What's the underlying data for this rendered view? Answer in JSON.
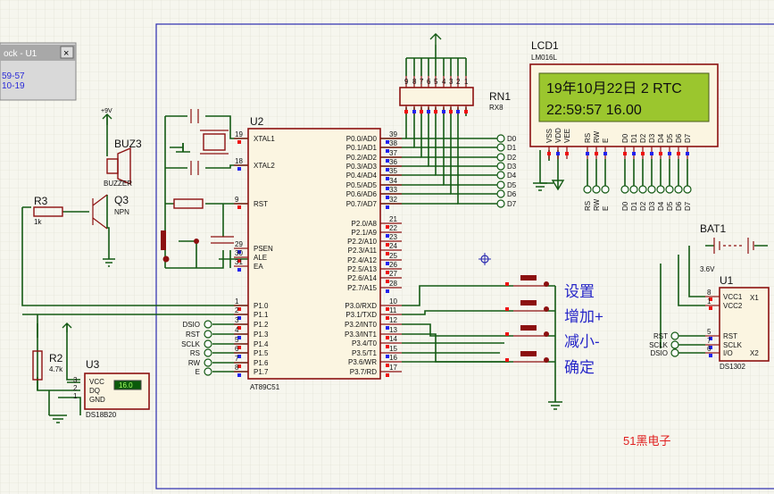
{
  "window": {
    "title": "ock - U1",
    "close": "×",
    "lines": [
      "59-57",
      "10-19"
    ]
  },
  "lcd": {
    "ref": "LCD1",
    "model": "LM016L",
    "row1": "19年10月22日 2  RTC",
    "row2": "22:59:57    16.00",
    "pins": [
      "VSS",
      "VDD",
      "VEE",
      "RS",
      "RW",
      "E",
      "D0",
      "D1",
      "D2",
      "D3",
      "D4",
      "D5",
      "D6",
      "D7"
    ]
  },
  "rn1": {
    "ref": "RN1",
    "model": "RX8",
    "pins": [
      "9",
      "8",
      "7",
      "6",
      "5",
      "4",
      "3",
      "2",
      "1"
    ]
  },
  "mcu": {
    "ref": "U2",
    "model": "AT89C51",
    "left_pins": [
      {
        "num": "19",
        "name": "XTAL1"
      },
      {
        "num": "18",
        "name": "XTAL2"
      },
      {
        "num": "9",
        "name": "RST"
      },
      {
        "num": "29",
        "name": "PSEN"
      },
      {
        "num": "30",
        "name": "ALE"
      },
      {
        "num": "31",
        "name": "EA"
      },
      {
        "num": "1",
        "name": "P1.0"
      },
      {
        "num": "2",
        "name": "P1.1"
      },
      {
        "num": "3",
        "name": "P1.2"
      },
      {
        "num": "4",
        "name": "P1.3"
      },
      {
        "num": "5",
        "name": "P1.4"
      },
      {
        "num": "6",
        "name": "P1.5"
      },
      {
        "num": "7",
        "name": "P1.6"
      },
      {
        "num": "8",
        "name": "P1.7"
      }
    ],
    "right_pins": [
      {
        "num": "39",
        "name": "P0.0/AD0"
      },
      {
        "num": "38",
        "name": "P0.1/AD1"
      },
      {
        "num": "37",
        "name": "P0.2/AD2"
      },
      {
        "num": "36",
        "name": "P0.3/AD3"
      },
      {
        "num": "35",
        "name": "P0.4/AD4"
      },
      {
        "num": "34",
        "name": "P0.5/AD5"
      },
      {
        "num": "33",
        "name": "P0.6/AD6"
      },
      {
        "num": "32",
        "name": "P0.7/AD7"
      },
      {
        "num": "21",
        "name": "P2.0/A8"
      },
      {
        "num": "22",
        "name": "P2.1/A9"
      },
      {
        "num": "23",
        "name": "P2.2/A10"
      },
      {
        "num": "24",
        "name": "P2.3/A11"
      },
      {
        "num": "25",
        "name": "P2.4/A12"
      },
      {
        "num": "26",
        "name": "P2.5/A13"
      },
      {
        "num": "27",
        "name": "P2.6/A14"
      },
      {
        "num": "28",
        "name": "P2.7/A15"
      },
      {
        "num": "10",
        "name": "P3.0/RXD"
      },
      {
        "num": "11",
        "name": "P3.1/TXD"
      },
      {
        "num": "12",
        "name": "P3.2/INT0"
      },
      {
        "num": "13",
        "name": "P3.3/INT1"
      },
      {
        "num": "14",
        "name": "P3.4/T0"
      },
      {
        "num": "15",
        "name": "P3.5/T1"
      },
      {
        "num": "16",
        "name": "P3.6/WR"
      },
      {
        "num": "17",
        "name": "P3.7/RD"
      }
    ]
  },
  "port_labels": [
    "D0",
    "D1",
    "D2",
    "D3",
    "D4",
    "D5",
    "D6",
    "D7"
  ],
  "p1_labels": [
    "DSIO",
    "RST",
    "SCLK",
    "RS",
    "RW",
    "E"
  ],
  "buzzer": {
    "ref": "BUZ3",
    "model": "BUZZER",
    "supply": "+9V"
  },
  "q3": {
    "ref": "Q3",
    "model": "NPN"
  },
  "r3": {
    "ref": "R3",
    "value": "1k"
  },
  "r2": {
    "ref": "R2",
    "value": "4.7k"
  },
  "u3": {
    "ref": "U3",
    "model": "DS18B20",
    "pins": [
      "VCC",
      "DQ",
      "GND"
    ],
    "pin_nums": [
      "3",
      "2",
      "1"
    ],
    "display": "16.0"
  },
  "bat": {
    "ref": "BAT1",
    "value": "3.6V"
  },
  "ds1302": {
    "ref": "U1",
    "model": "DS1302",
    "pins": [
      "VCC1",
      "VCC2",
      "RST",
      "SCLK",
      "I/O"
    ],
    "pin_nums": [
      "8",
      "1",
      "5",
      "7",
      "6"
    ],
    "x1": "X1",
    "x2": "X2",
    "labels": [
      "RST",
      "SCLK",
      "DSIO"
    ]
  },
  "buttons": [
    "设置",
    "增加+",
    "减小-",
    "确定"
  ],
  "watermark": "51黑电子"
}
